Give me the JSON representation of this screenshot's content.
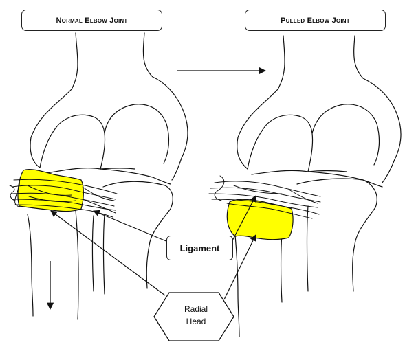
{
  "titles": {
    "left": "Normal Elbow Joint",
    "right": "Pulled Elbow Joint"
  },
  "labels": {
    "ligament": "Ligament",
    "radial_head_line1": "Radial",
    "radial_head_line2": "Head"
  },
  "colors": {
    "radial_head_fill": "#ffff00",
    "outline": "#111111"
  }
}
